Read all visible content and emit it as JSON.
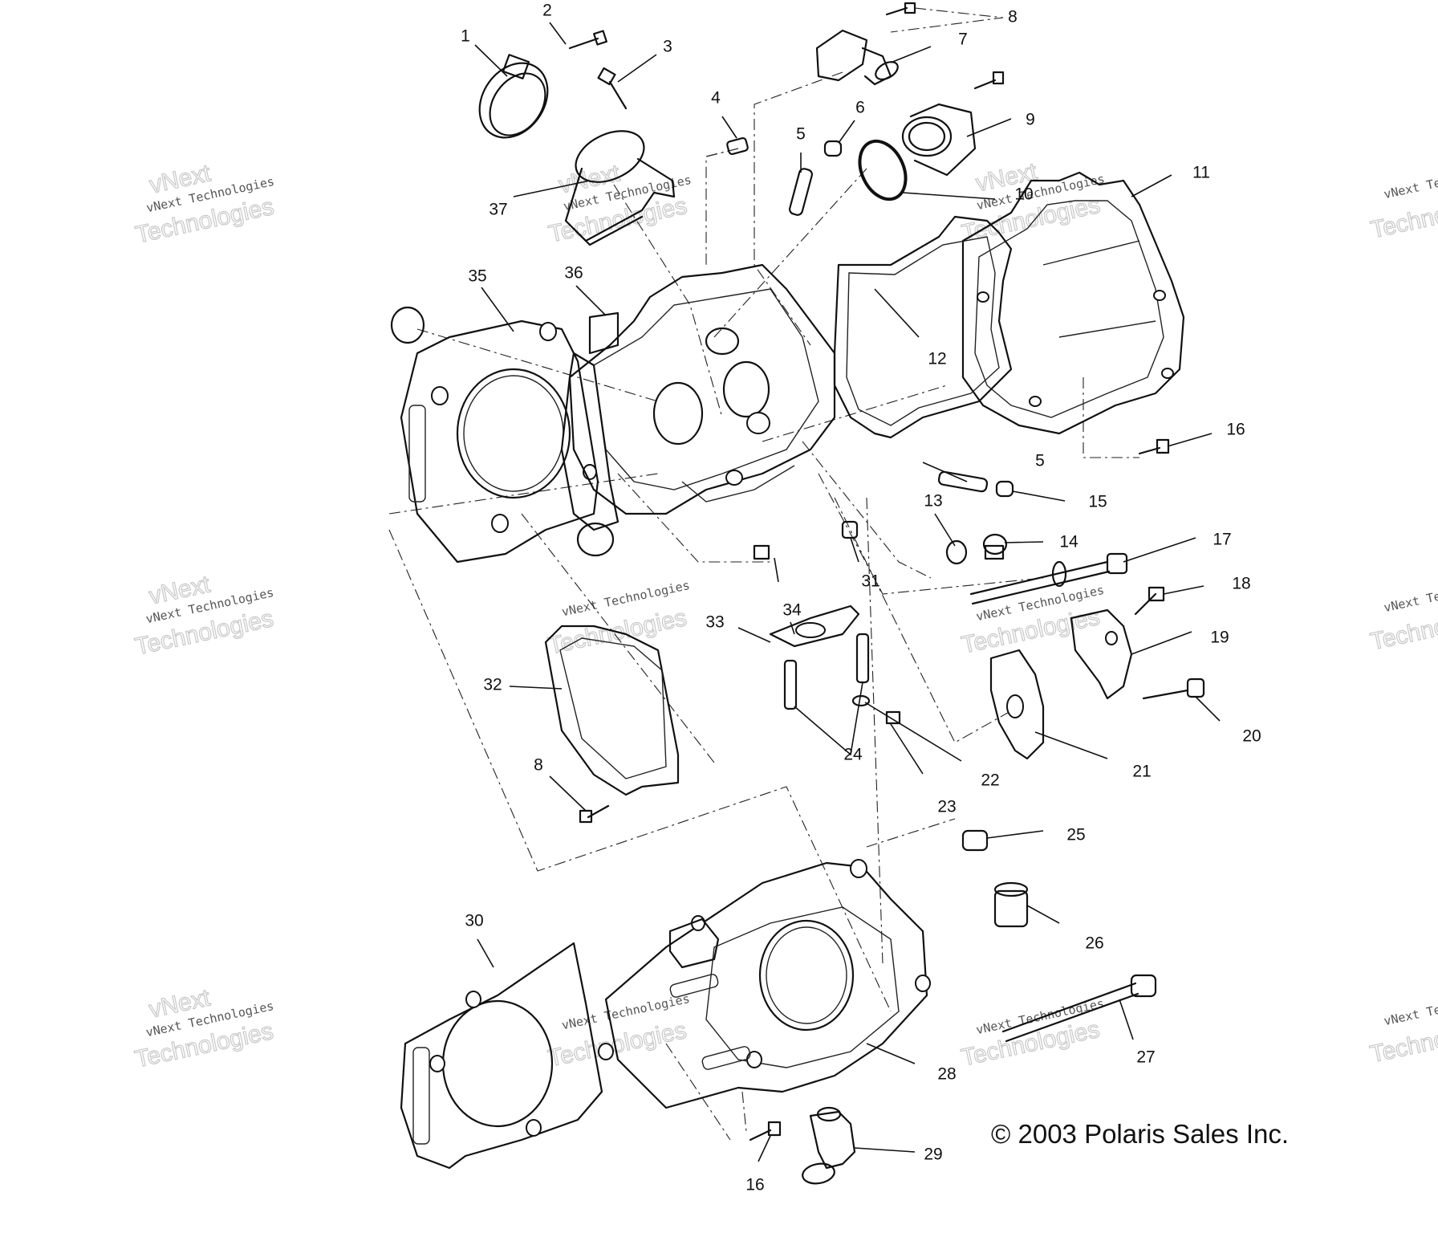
{
  "copyright": "© 2003 Polaris Sales Inc.",
  "watermark": {
    "line1": "vNext Technologies",
    "line2": "vNext",
    "line3": "Technologies"
  },
  "callouts": {
    "c1": "1",
    "c2": "2",
    "c3": "3",
    "c4": "4",
    "c5a": "5",
    "c5b": "5",
    "c6": "6",
    "c7": "7",
    "c8a": "8",
    "c8b": "8",
    "c9": "9",
    "c10": "10",
    "c11": "11",
    "c12": "12",
    "c13": "13",
    "c14": "14",
    "c15": "15",
    "c16a": "16",
    "c16b": "16",
    "c17": "17",
    "c18": "18",
    "c19": "19",
    "c20": "20",
    "c21": "21",
    "c22": "22",
    "c23": "23",
    "c24": "24",
    "c25": "25",
    "c26": "26",
    "c27": "27",
    "c28": "28",
    "c29": "29",
    "c30": "30",
    "c31": "31",
    "c32": "32",
    "c33": "33",
    "c34": "34",
    "c35": "35",
    "c36": "36",
    "c37": "37"
  }
}
